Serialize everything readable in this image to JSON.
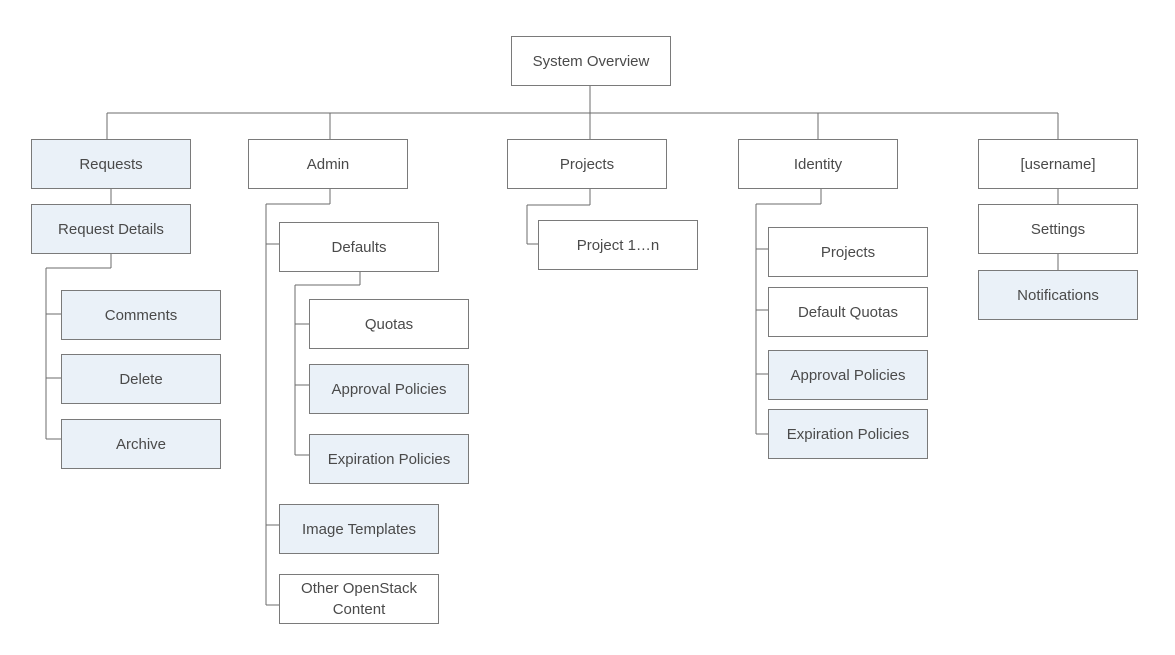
{
  "colors": {
    "highlight": "#eaf1f8",
    "border": "#7a7a7a",
    "line": "#6b6b6b",
    "text": "#4a4a4a"
  },
  "root": {
    "label": "System Overview"
  },
  "requests": {
    "label": "Requests",
    "details": "Request Details",
    "children": [
      "Comments",
      "Delete",
      "Archive"
    ]
  },
  "admin": {
    "label": "Admin",
    "defaults": "Defaults",
    "defaults_children": [
      "Quotas",
      "Approval Policies",
      "Expiration Policies"
    ],
    "image_templates": "Image Templates",
    "other_content": "Other OpenStack Content"
  },
  "projects": {
    "label": "Projects",
    "project": "Project 1…n"
  },
  "identity": {
    "label": "Identity",
    "children": [
      "Projects",
      "Default Quotas",
      "Approval Policies",
      "Expiration Policies"
    ]
  },
  "user": {
    "label": "[username]",
    "settings": "Settings",
    "notifications": "Notifications"
  }
}
